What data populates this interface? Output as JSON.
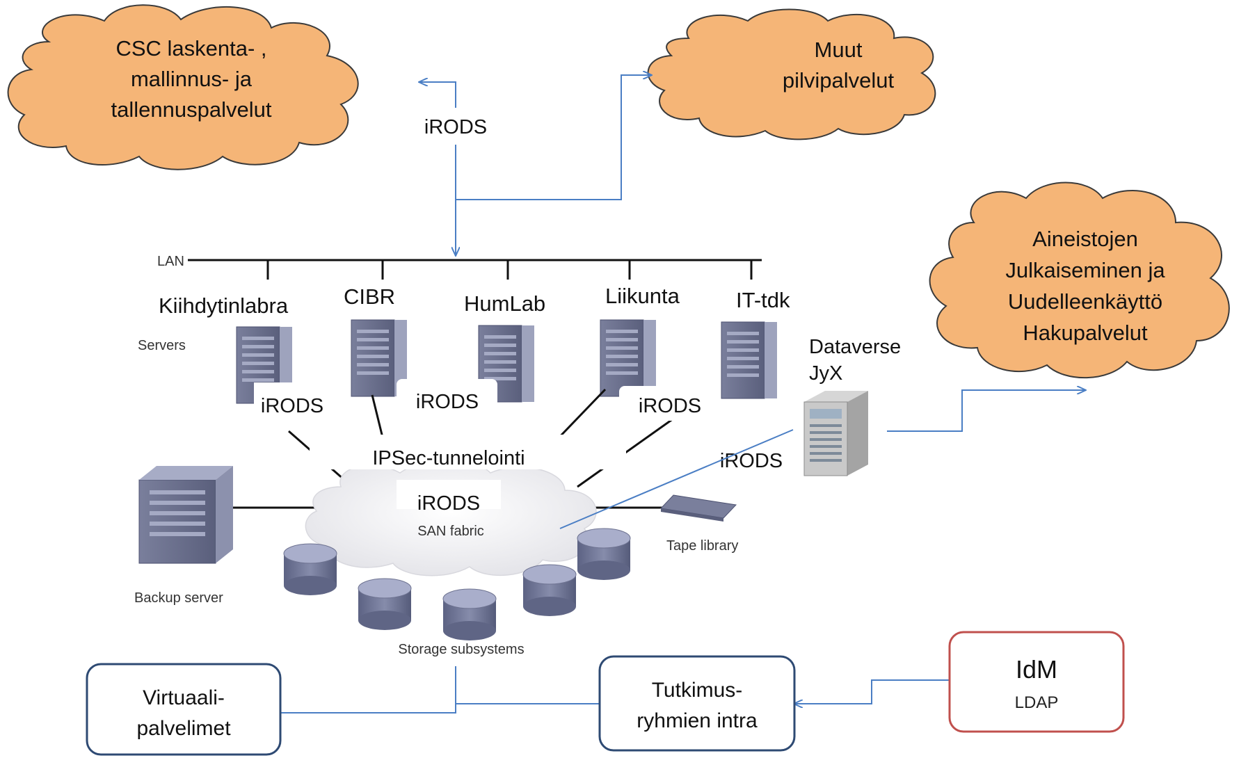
{
  "clouds": {
    "csc": {
      "lines": [
        "CSC laskenta- ,",
        "mallinnus- ja",
        "tallennuspalvelut"
      ],
      "color": "#f5b577"
    },
    "muut": {
      "lines": [
        "Muut",
        "pilvipalvelut"
      ],
      "color": "#f5b577"
    },
    "aineistot": {
      "lines": [
        "Aineistojen",
        "Julkaiseminen ja",
        "Uudelleenkäyttö",
        "Hakupalvelut"
      ],
      "color": "#f5b577"
    }
  },
  "protocol_label": "iRODS",
  "lan": {
    "label": "LAN",
    "servers_label": "Servers",
    "units": [
      "Kiihdytinlabra",
      "CIBR",
      "HumLab",
      "Liikunta",
      "IT-tdk"
    ]
  },
  "ipsec_label": "IPSec-tunnelointi",
  "san": {
    "label": "SAN fabric",
    "backup_label": "Backup server",
    "tape_label": "Tape library",
    "storage_label": "Storage subsystems"
  },
  "dataverse": {
    "line1": "Dataverse",
    "line2": "JyX"
  },
  "boxes": {
    "virtual": {
      "lines": [
        "Virtuaali-",
        "palvelimet"
      ],
      "border": "#2e4a73"
    },
    "intra": {
      "lines": [
        "Tutkimus-",
        "ryhmien intra"
      ],
      "border": "#2e4a73"
    },
    "idm": {
      "title": "IdM",
      "subtitle": "LDAP",
      "border": "#c0504d"
    }
  },
  "colors": {
    "connector": "#4a7ec4",
    "cloud_stroke": "#3a3a3a",
    "server": "#6d7290"
  }
}
